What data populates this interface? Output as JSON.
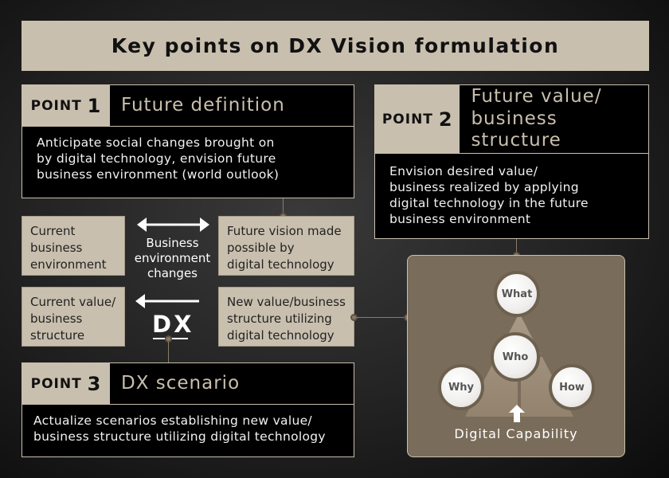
{
  "title": "Key points on DX Vision formulation",
  "points": [
    {
      "tag": "POINT",
      "number": "1",
      "title": "Future definition",
      "body": [
        "Anticipate social changes brought on",
        "by digital technology, envision future",
        "business environment (world outlook)"
      ]
    },
    {
      "tag": "POINT",
      "number": "2",
      "title": [
        "Future value/",
        "business structure"
      ],
      "body": [
        "Envision desired value/",
        "business realized by applying",
        "digital technology in the future",
        "business environment"
      ]
    },
    {
      "tag": "POINT",
      "number": "3",
      "title": "DX scenario",
      "body": [
        "Actualize scenarios establishing new value/",
        "business structure utilizing digital technology"
      ]
    }
  ],
  "boxes": {
    "current_env": [
      "Current",
      "business",
      "environment"
    ],
    "future_vision": [
      "Future vision made",
      "possible by",
      "digital technology"
    ],
    "current_value": [
      "Current value/",
      "business",
      "structure"
    ],
    "new_value": [
      "New value/business",
      "structure utilizing",
      "digital technology"
    ]
  },
  "arrows": {
    "env_change_label": [
      "Business",
      "environment",
      "changes"
    ],
    "dx_label": "DX"
  },
  "capability": {
    "circles": {
      "top": "What",
      "center": "Who",
      "left": "Why",
      "right": "How"
    },
    "label": "Digital Capability"
  },
  "colors": {
    "beige": "#c9bfae",
    "panel": "#7a6c5a",
    "black": "#000000"
  }
}
